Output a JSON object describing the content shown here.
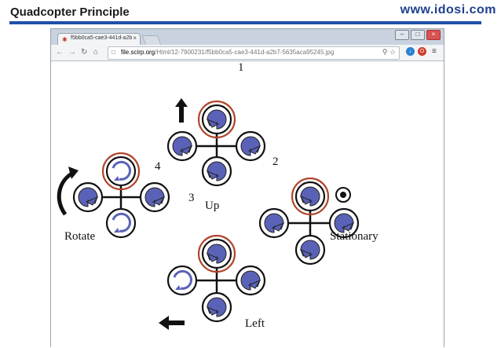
{
  "slide": {
    "title": "Quadcopter Principle",
    "site": "www.idosi.com"
  },
  "browser": {
    "tab_title": "f5bb0ca5-cae3-441d-a2b",
    "url_host": "file.scirp.org",
    "url_path": "/Html/12-7900231/f5bb0ca5-cae3-441d-a2b7-5635aca95245.jpg"
  },
  "diagram": {
    "rotor_numbers": [
      "1",
      "2",
      "3",
      "4"
    ],
    "labels": {
      "up": "Up",
      "rotate": "Rotate",
      "stationary": "Stationary",
      "left": "Left"
    },
    "colors": {
      "rotor_fill": "#5a62b8",
      "front_ring": "#b0452b",
      "frame": "#111111"
    }
  }
}
